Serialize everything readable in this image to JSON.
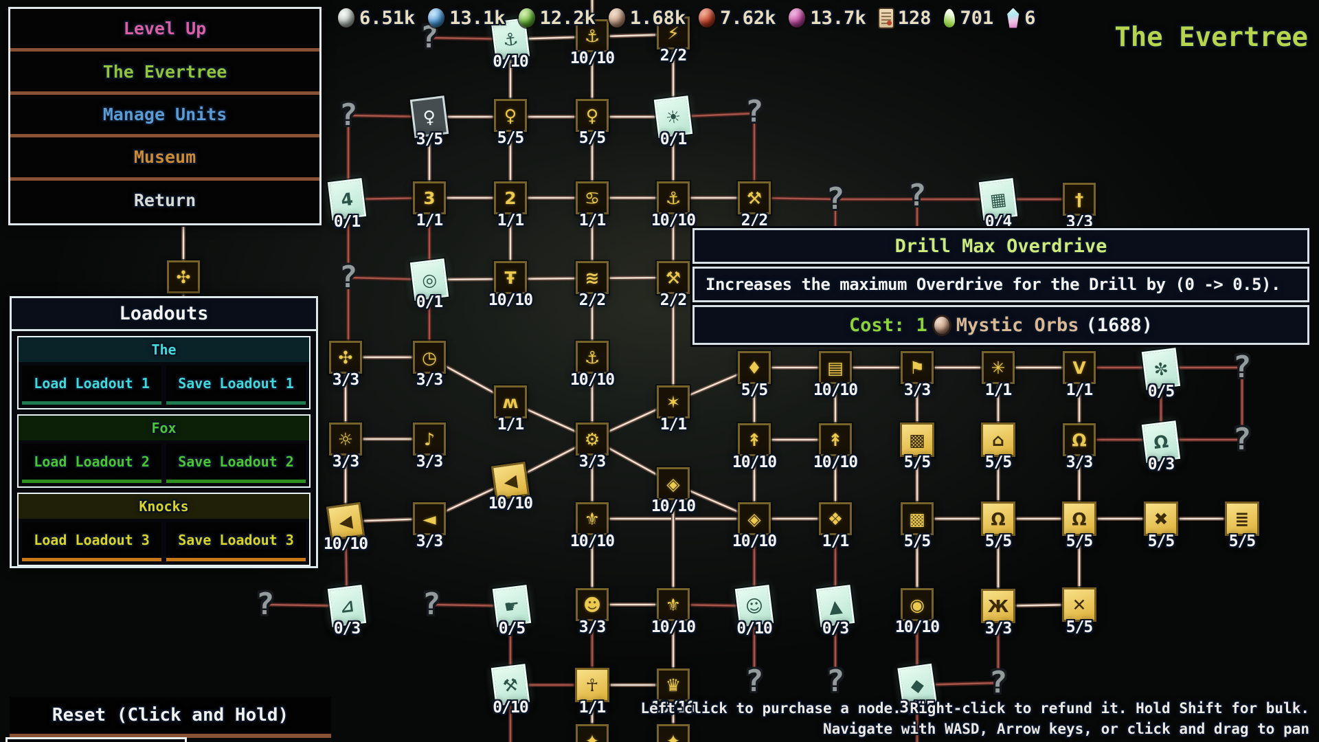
{
  "app": {
    "title": "The Evertree"
  },
  "menu": {
    "items": [
      {
        "label": "Level Up",
        "color": "#d95fa2"
      },
      {
        "label": "The Evertree",
        "color": "#8fc43c"
      },
      {
        "label": "Manage Units",
        "color": "#5a9bd3"
      },
      {
        "label": "Museum",
        "color": "#cc8a33"
      },
      {
        "label": "Return",
        "color": "#d8dad8"
      }
    ]
  },
  "resources": [
    {
      "name": "silver-orb",
      "value": "6.51k",
      "color": "#c2cac4"
    },
    {
      "name": "blue-orb",
      "value": "13.1k",
      "color": "#4a98d8"
    },
    {
      "name": "green-orb",
      "value": "12.2k",
      "color": "#64b636"
    },
    {
      "name": "tan-orb",
      "value": "1.68k",
      "color": "#c39a80"
    },
    {
      "name": "red-orb",
      "value": "7.62k",
      "color": "#c23f28"
    },
    {
      "name": "magenta-orb",
      "value": "13.7k",
      "color": "#c248a2"
    },
    {
      "name": "scroll",
      "value": "128",
      "color": "#e2cba6"
    },
    {
      "name": "seed",
      "value": "701",
      "color": "#9ed45e"
    },
    {
      "name": "crystal",
      "value": "6",
      "color": "#bfe8ee"
    }
  ],
  "loadouts": {
    "title": "Loadouts",
    "sections": [
      {
        "name": "The",
        "color": "#41d9d9",
        "header_bg": "#0a2328",
        "accent": "#1f7a50",
        "load": "Load Loadout 1",
        "save": "Save Loadout 1"
      },
      {
        "name": "Fox",
        "color": "#4ac534",
        "header_bg": "#0c2007",
        "accent": "#2f8f1e",
        "load": "Load Loadout 2",
        "save": "Save Loadout 2"
      },
      {
        "name": "Knocks",
        "color": "#d8d42c",
        "header_bg": "#201f08",
        "accent": "#c87818",
        "load": "Load Loadout 3",
        "save": "Save Loadout 3"
      }
    ]
  },
  "tooltip": {
    "title": "Drill Max Overdrive",
    "body": "Increases the maximum Overdrive for the Drill by (0 -> 0.5).",
    "cost_prefix": "Cost: 1",
    "currency": "Mystic Orbs",
    "balance": "(1688)"
  },
  "reset": {
    "label": "Reset (Click and Hold)"
  },
  "hints": [
    "Left-click to purchase a node. Right-click to refund it. Hold Shift for bulk.",
    "Navigate with WASD, Arrow keys, or click and drag to pan"
  ],
  "tree": {
    "nodes": [
      [
        625,
        55,
        "q",
        "unknown",
        "?",
        ""
      ],
      [
        743,
        57,
        "mint",
        "grapple-card",
        "⚓",
        "0/10"
      ],
      [
        862,
        52,
        "gold",
        "anchor",
        "⚓",
        "10/10"
      ],
      [
        980,
        48,
        "gold",
        "overdrive-burst",
        "⚡",
        "2/2"
      ],
      [
        507,
        168,
        "q",
        "unknown",
        "?",
        ""
      ],
      [
        625,
        170,
        "gray",
        "female-card",
        "♀",
        "3/5"
      ],
      [
        743,
        168,
        "gold",
        "female-plus",
        "♀",
        "5/5"
      ],
      [
        862,
        168,
        "gold",
        "female-plus",
        "♀",
        "5/5"
      ],
      [
        980,
        170,
        "mint",
        "sun-card",
        "☀",
        "0/1"
      ],
      [
        1098,
        163,
        "q",
        "unknown",
        "?",
        ""
      ],
      [
        505,
        290,
        "mint",
        "ring-four-card",
        "4",
        "0/1"
      ],
      [
        625,
        288,
        "gold",
        "ring-three",
        "3",
        "1/1"
      ],
      [
        743,
        288,
        "gold",
        "ring-two",
        "2",
        "1/1"
      ],
      [
        862,
        288,
        "gold",
        "ring-crab",
        "♋",
        "1/1"
      ],
      [
        980,
        288,
        "gold",
        "anchor",
        "⚓",
        "10/10"
      ],
      [
        1098,
        288,
        "gold",
        "drill-overdrive",
        "⚒",
        "2/2"
      ],
      [
        1216,
        290,
        "q",
        "unknown",
        "?",
        ""
      ],
      [
        1335,
        285,
        "q",
        "unknown",
        "?",
        ""
      ],
      [
        1453,
        290,
        "mint",
        "mystery-card",
        "▦",
        "0/4"
      ],
      [
        1571,
        290,
        "gold",
        "relic-pick",
        "†",
        "3/3"
      ],
      [
        507,
        404,
        "q",
        "unknown",
        "?",
        ""
      ],
      [
        625,
        407,
        "mint",
        "spiral-card",
        "◎",
        "0/1"
      ],
      [
        743,
        404,
        "gold",
        "hammer-tool",
        "Ŧ",
        "10/10"
      ],
      [
        862,
        404,
        "gold",
        "speed-lines",
        "≋",
        "2/2"
      ],
      [
        980,
        404,
        "gold",
        "drill-overdrive",
        "⚒",
        "2/2"
      ],
      [
        503,
        520,
        "gold",
        "bee",
        "✣",
        "3/3"
      ],
      [
        625,
        520,
        "gold",
        "clock",
        "◷",
        "3/3"
      ],
      [
        862,
        520,
        "gold",
        "anchor",
        "⚓",
        "10/10"
      ],
      [
        1098,
        535,
        "gold",
        "gem-staff",
        "♦",
        "5/5"
      ],
      [
        1216,
        535,
        "gold",
        "scroll-node",
        "▤",
        "10/10"
      ],
      [
        1335,
        535,
        "gold",
        "flag",
        "⚑",
        "3/3"
      ],
      [
        1453,
        535,
        "gold",
        "web",
        "✳",
        "1/1"
      ],
      [
        1571,
        535,
        "gold",
        "fang-v",
        "V",
        "1/1"
      ],
      [
        1690,
        537,
        "mint",
        "snow-card",
        "✼",
        "0/5"
      ],
      [
        1808,
        535,
        "q",
        "unknown",
        "?",
        ""
      ],
      [
        743,
        585,
        "gold",
        "bat",
        "ʍ",
        "1/1"
      ],
      [
        980,
        585,
        "gold",
        "spider",
        "✶",
        "1/1"
      ],
      [
        503,
        639,
        "gold",
        "moth-sun",
        "☼",
        "3/3"
      ],
      [
        625,
        639,
        "gold",
        "horn",
        "♪",
        "3/3"
      ],
      [
        862,
        639,
        "gold",
        "gear",
        "⚙",
        "3/3"
      ],
      [
        1098,
        640,
        "gold",
        "rocket",
        "↟",
        "10/10"
      ],
      [
        1216,
        640,
        "gold",
        "rocket",
        "↟",
        "10/10"
      ],
      [
        1335,
        640,
        "goldmax",
        "net",
        "▩",
        "5/5"
      ],
      [
        1453,
        640,
        "goldmax",
        "bell-jar",
        "⌂",
        "5/5"
      ],
      [
        1571,
        640,
        "gold",
        "hood",
        "Ω",
        "3/3"
      ],
      [
        1690,
        643,
        "mint",
        "hood-card",
        "Ω",
        "0/3"
      ],
      [
        1808,
        640,
        "q",
        "unknown",
        "?",
        ""
      ],
      [
        743,
        700,
        "goldmax",
        "arrow-left",
        "◀",
        "10/10",
        1
      ],
      [
        980,
        704,
        "gold",
        "lantern",
        "◈",
        "10/10"
      ],
      [
        503,
        759,
        "goldmax",
        "arrow-card",
        "◀",
        "10/10",
        1
      ],
      [
        625,
        755,
        "gold",
        "arrow-plus",
        "◄",
        "3/3"
      ],
      [
        862,
        755,
        "gold",
        "fleur",
        "⚜",
        "10/10"
      ],
      [
        1098,
        755,
        "gold",
        "lantern",
        "◈",
        "10/10"
      ],
      [
        1216,
        755,
        "gold",
        "pixel-burst",
        "❖",
        "1/1"
      ],
      [
        1335,
        755,
        "gold",
        "net",
        "▩",
        "5/5"
      ],
      [
        1453,
        755,
        "goldmax",
        "bell",
        "Ω",
        "5/5"
      ],
      [
        1571,
        755,
        "goldmax",
        "bell",
        "Ω",
        "5/5"
      ],
      [
        1690,
        755,
        "goldmax",
        "cross",
        "✖",
        "5/5"
      ],
      [
        1808,
        755,
        "goldmax",
        "bed",
        "≣",
        "5/5"
      ],
      [
        386,
        880,
        "q",
        "unknown",
        "?",
        ""
      ],
      [
        505,
        882,
        "mint",
        "horn-card",
        "⊿",
        "0/3"
      ],
      [
        628,
        880,
        "q",
        "unknown",
        "?",
        ""
      ],
      [
        745,
        882,
        "mint",
        "fist-card",
        "☛",
        "0/5"
      ],
      [
        862,
        880,
        "gold",
        "ghost",
        "☻",
        "3/3"
      ],
      [
        980,
        880,
        "gold",
        "fleur",
        "⚜",
        "10/10"
      ],
      [
        1098,
        882,
        "mint",
        "jester-card",
        "☺",
        "0/10"
      ],
      [
        1216,
        882,
        "mint",
        "flame-card",
        "▲",
        "0/3"
      ],
      [
        1335,
        880,
        "gold",
        "eye",
        "◉",
        "10/10"
      ],
      [
        1453,
        882,
        "goldmax",
        "moth",
        "Ж",
        "3/3"
      ],
      [
        1571,
        880,
        "goldmax",
        "propeller",
        "✕",
        "5/5"
      ],
      [
        743,
        997,
        "mint",
        "pick-card",
        "⚒",
        "0/10"
      ],
      [
        862,
        997,
        "goldmax",
        "ankh",
        "☥",
        "1/1"
      ],
      [
        980,
        997,
        "gold",
        "crown",
        "♛",
        "10/10"
      ],
      [
        1098,
        992,
        "q",
        "unknown",
        "?",
        ""
      ],
      [
        1216,
        992,
        "q",
        "unknown",
        "?",
        ""
      ],
      [
        1335,
        997,
        "mint",
        "diamond-card",
        "◆",
        "3/15",
        1
      ],
      [
        1453,
        994,
        "q",
        "unknown",
        "?",
        ""
      ],
      [
        267,
        403,
        "gold",
        "bee",
        "✣",
        ""
      ],
      [
        862,
        1078,
        "gold",
        "partial",
        "✦",
        ""
      ],
      [
        980,
        1078,
        "gold",
        "partial",
        "✦",
        ""
      ]
    ],
    "edges": [
      [
        862,
        0,
        862,
        52,
        "b"
      ],
      [
        628,
        55,
        743,
        57,
        "d"
      ],
      [
        743,
        57,
        980,
        50,
        "b"
      ],
      [
        862,
        52,
        862,
        168,
        "b"
      ],
      [
        980,
        48,
        980,
        170,
        "b"
      ],
      [
        743,
        57,
        743,
        168,
        "b"
      ],
      [
        507,
        168,
        625,
        170,
        "d"
      ],
      [
        625,
        170,
        980,
        170,
        "b"
      ],
      [
        980,
        170,
        1098,
        165,
        "d"
      ],
      [
        507,
        168,
        507,
        290,
        "d"
      ],
      [
        625,
        170,
        625,
        288,
        "b"
      ],
      [
        743,
        168,
        743,
        288,
        "b"
      ],
      [
        862,
        168,
        862,
        288,
        "b"
      ],
      [
        980,
        170,
        980,
        288,
        "b"
      ],
      [
        1098,
        163,
        1098,
        288,
        "d"
      ],
      [
        505,
        290,
        625,
        288,
        "d"
      ],
      [
        625,
        288,
        1098,
        288,
        "b"
      ],
      [
        1098,
        288,
        1216,
        290,
        "d"
      ],
      [
        1216,
        290,
        1571,
        290,
        "d"
      ],
      [
        1216,
        290,
        1216,
        334,
        "d"
      ],
      [
        1335,
        285,
        1335,
        334,
        "d"
      ],
      [
        1453,
        290,
        1453,
        334,
        "d"
      ],
      [
        507,
        290,
        507,
        404,
        "d"
      ],
      [
        625,
        288,
        625,
        407,
        "d"
      ],
      [
        743,
        288,
        743,
        404,
        "b"
      ],
      [
        862,
        288,
        862,
        404,
        "b"
      ],
      [
        980,
        288,
        980,
        404,
        "b"
      ],
      [
        507,
        404,
        625,
        407,
        "d"
      ],
      [
        625,
        407,
        980,
        404,
        "b"
      ],
      [
        507,
        404,
        507,
        520,
        "d"
      ],
      [
        625,
        407,
        625,
        520,
        "d"
      ],
      [
        862,
        404,
        862,
        520,
        "b"
      ],
      [
        980,
        404,
        980,
        585,
        "b"
      ],
      [
        503,
        520,
        625,
        520,
        "b"
      ],
      [
        503,
        520,
        503,
        639,
        "b"
      ],
      [
        625,
        520,
        743,
        585,
        "b"
      ],
      [
        743,
        585,
        862,
        639,
        "b"
      ],
      [
        1098,
        535,
        980,
        585,
        "b"
      ],
      [
        980,
        585,
        862,
        639,
        "b"
      ],
      [
        862,
        520,
        862,
        639,
        "b"
      ],
      [
        862,
        639,
        980,
        704,
        "b"
      ],
      [
        980,
        704,
        1098,
        755,
        "b"
      ],
      [
        862,
        639,
        743,
        700,
        "b"
      ],
      [
        743,
        700,
        625,
        755,
        "b"
      ],
      [
        625,
        755,
        503,
        759,
        "b"
      ],
      [
        1098,
        535,
        1571,
        535,
        "b"
      ],
      [
        1571,
        535,
        1808,
        535,
        "d"
      ],
      [
        1808,
        535,
        1808,
        640,
        "d"
      ],
      [
        1690,
        537,
        1690,
        643,
        "d"
      ],
      [
        1098,
        535,
        1098,
        640,
        "b"
      ],
      [
        1216,
        535,
        1216,
        640,
        "b"
      ],
      [
        1335,
        535,
        1335,
        640,
        "b"
      ],
      [
        1453,
        535,
        1453,
        640,
        "b"
      ],
      [
        1571,
        535,
        1571,
        640,
        "b"
      ],
      [
        503,
        639,
        625,
        639,
        "b"
      ],
      [
        503,
        639,
        503,
        759,
        "b"
      ],
      [
        1098,
        640,
        1216,
        640,
        "b"
      ],
      [
        1571,
        640,
        1808,
        640,
        "d"
      ],
      [
        862,
        639,
        862,
        755,
        "b"
      ],
      [
        1098,
        640,
        1098,
        755,
        "b"
      ],
      [
        1216,
        640,
        1216,
        755,
        "b"
      ],
      [
        1335,
        640,
        1335,
        755,
        "b"
      ],
      [
        1453,
        640,
        1453,
        755,
        "b"
      ],
      [
        1571,
        640,
        1571,
        755,
        "b"
      ],
      [
        862,
        755,
        1216,
        755,
        "b"
      ],
      [
        1335,
        755,
        1808,
        755,
        "b"
      ],
      [
        862,
        755,
        862,
        880,
        "b"
      ],
      [
        980,
        704,
        980,
        880,
        "b"
      ],
      [
        1098,
        755,
        1098,
        882,
        "d"
      ],
      [
        1216,
        755,
        1216,
        882,
        "d"
      ],
      [
        1335,
        755,
        1335,
        880,
        "b"
      ],
      [
        1453,
        755,
        1453,
        882,
        "b"
      ],
      [
        1571,
        755,
        1571,
        880,
        "b"
      ],
      [
        503,
        759,
        505,
        882,
        "d"
      ],
      [
        386,
        880,
        505,
        882,
        "d"
      ],
      [
        628,
        880,
        745,
        882,
        "d"
      ],
      [
        862,
        880,
        980,
        880,
        "b"
      ],
      [
        980,
        880,
        1098,
        882,
        "d"
      ],
      [
        1453,
        882,
        1571,
        880,
        "b"
      ],
      [
        862,
        880,
        862,
        997,
        "d"
      ],
      [
        980,
        880,
        980,
        997,
        "b"
      ],
      [
        1098,
        882,
        1098,
        992,
        "d"
      ],
      [
        1216,
        882,
        1216,
        992,
        "d"
      ],
      [
        1335,
        880,
        1335,
        997,
        "d"
      ],
      [
        1453,
        882,
        1453,
        994,
        "d"
      ],
      [
        743,
        882,
        743,
        997,
        "d"
      ],
      [
        743,
        997,
        862,
        997,
        "d"
      ],
      [
        862,
        997,
        980,
        997,
        "b"
      ],
      [
        1335,
        997,
        1453,
        994,
        "d"
      ],
      [
        743,
        997,
        743,
        1080,
        "d"
      ],
      [
        862,
        997,
        862,
        1080,
        "b"
      ],
      [
        980,
        997,
        980,
        1080,
        "b"
      ],
      [
        1335,
        997,
        1335,
        1080,
        "d"
      ],
      [
        267,
        330,
        267,
        436,
        "b"
      ]
    ]
  }
}
